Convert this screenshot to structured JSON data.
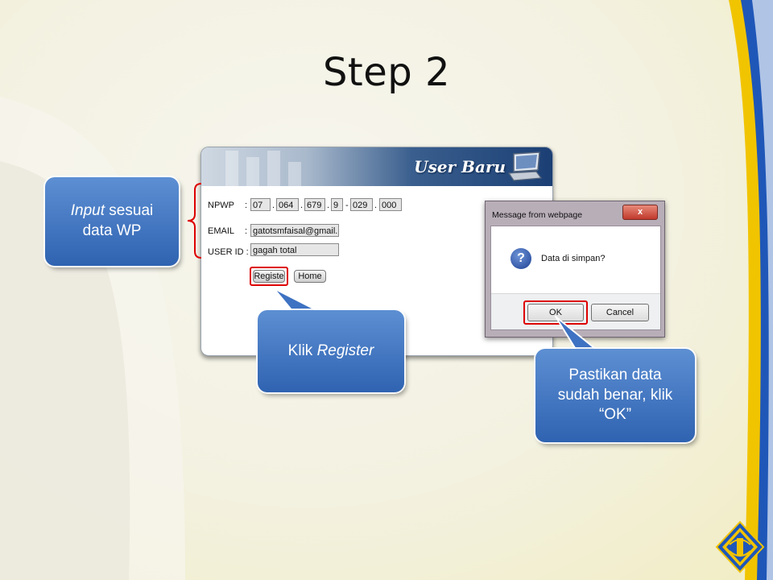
{
  "slide": {
    "title": "Step 2"
  },
  "form": {
    "header_title": "User Baru",
    "npwp_label": "NPWP",
    "npwp_colon": ":",
    "npwp_parts": [
      "07",
      "064",
      "679",
      "9",
      "029",
      "000"
    ],
    "npwp_separators": [
      ".",
      ".",
      ".",
      "-",
      "."
    ],
    "email_label": "EMAIL",
    "email_colon": ":",
    "email_value": "gatotsmfaisal@gmail.",
    "userid_label": "USER ID :",
    "userid_value": "gagah total",
    "register_button": "Registe",
    "home_button": "Home"
  },
  "dialog": {
    "title": "Message from webpage",
    "close_glyph": "x",
    "message": "Data di simpan?",
    "question_glyph": "?",
    "ok_button": "OK",
    "cancel_button": "Cancel"
  },
  "callouts": {
    "input_italic": "Input",
    "input_rest": " sesuai",
    "input_line2": "data WP",
    "register_prefix": "Klik ",
    "register_italic": "Register",
    "ok_line1": "Pastikan data",
    "ok_line2": "sudah benar, klik",
    "ok_line3": "“OK”"
  },
  "colors": {
    "callout_blue": "#3a6fbf",
    "highlight_red": "#dd0000",
    "accent_gold": "#f2c300",
    "accent_blue": "#1f57b8"
  }
}
